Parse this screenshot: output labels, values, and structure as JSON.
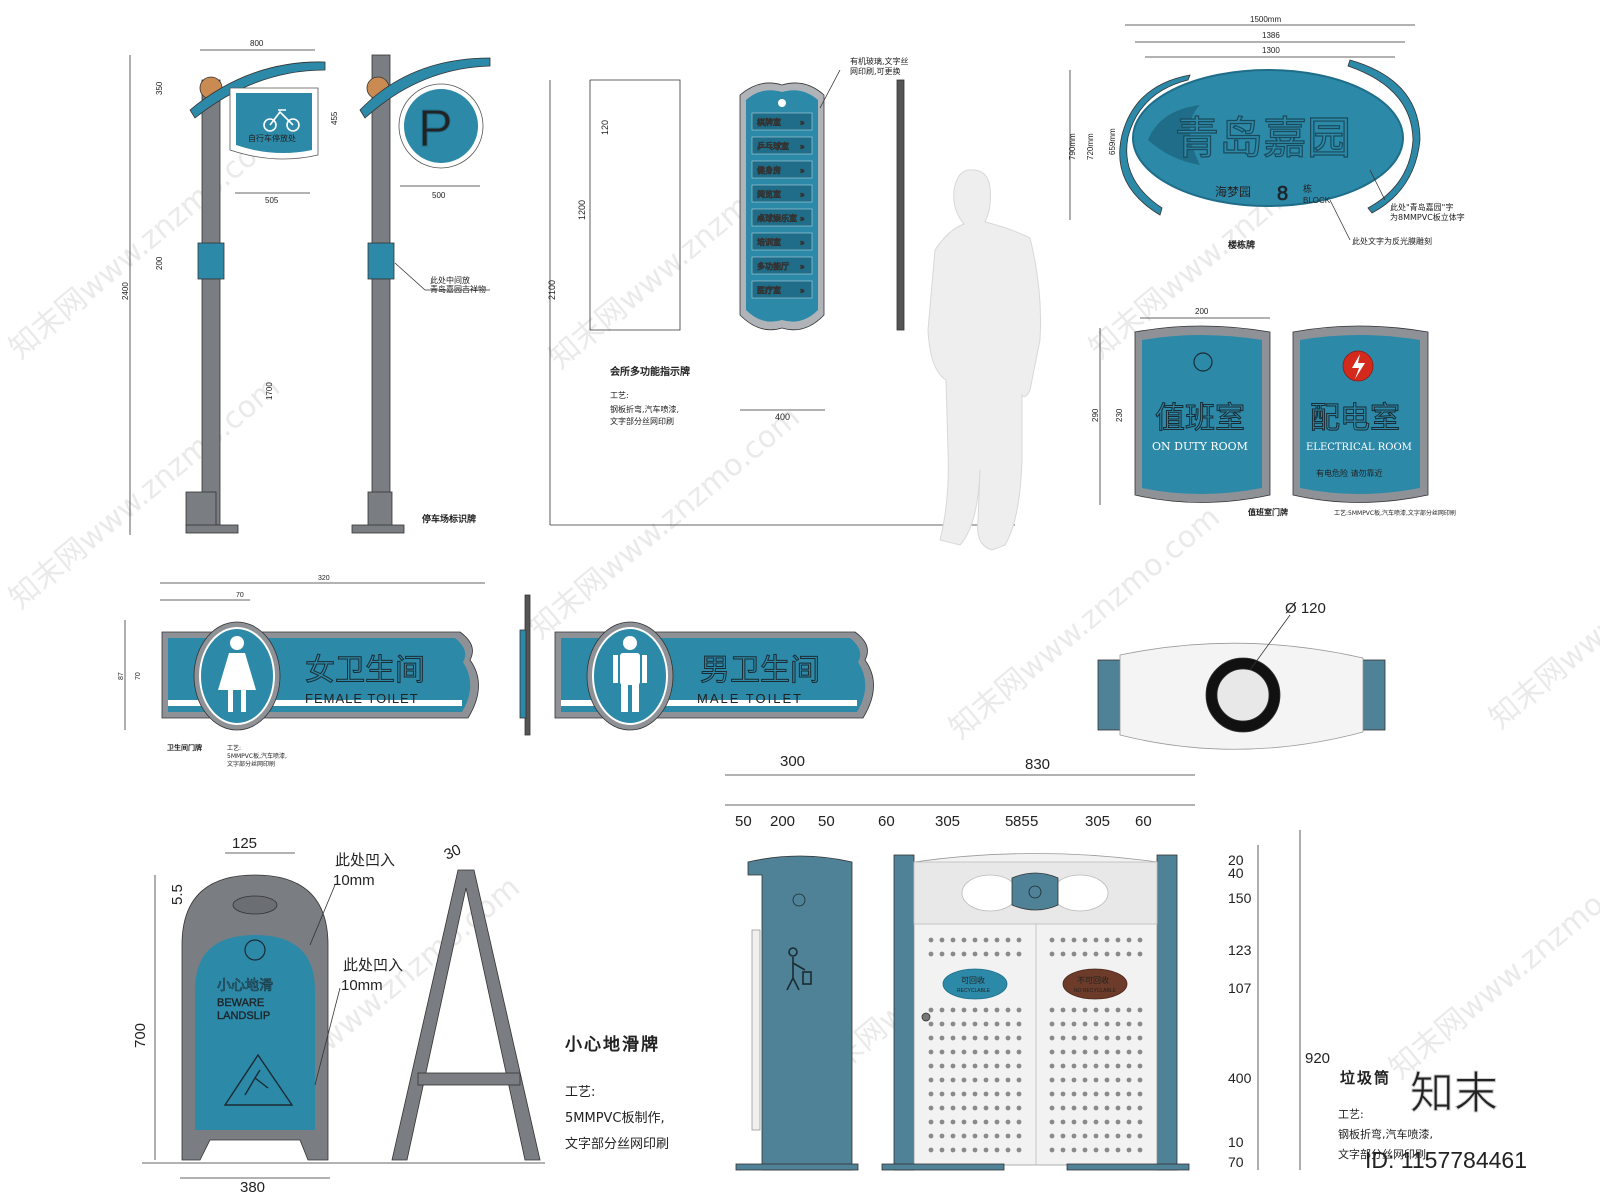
{
  "colors": {
    "teal": "#2d89a8",
    "tealDark": "#1f6d89",
    "grey": "#6f7378",
    "frame": "#a9adb1",
    "red": "#d42a1d",
    "brown": "#6d3b2a"
  },
  "parking": {
    "dims": {
      "top": "800",
      "h350": "350",
      "h455": "455",
      "w505": "505",
      "w500": "500",
      "h200": "200",
      "h2400": "2400",
      "h1700": "1700"
    },
    "bike_title": "自行车停放处",
    "note1": "此处中间放",
    "note2": "青岛嘉园吉祥物",
    "caption": "停车场标识牌",
    "p_letter": "P"
  },
  "directory": {
    "note1": "有机玻璃,文字丝",
    "note2": "网印刷,可更换",
    "dims": {
      "h120": "120",
      "h1200": "1200",
      "h2100": "2100",
      "w400": "400"
    },
    "items": [
      "棋牌室",
      "乒乓球室",
      "健身房",
      "阅览室",
      "桌球娱乐室",
      "培训室",
      "多功能厅",
      "医疗室"
    ],
    "caption": "会所多功能指示牌",
    "craft_label": "工艺:",
    "craft1": "钢板折弯,汽车喷漆,",
    "craft2": "文字部分丝网印刷"
  },
  "building": {
    "dims": {
      "w1500": "1500mm",
      "w1386": "1386",
      "w1300": "1300",
      "h790": "790mm",
      "h720": "720mm",
      "h659": "659mm"
    },
    "title": "青岛嘉园",
    "sub": "海梦园",
    "num": "8",
    "block_cn": "栋",
    "block_en": "BLOCK",
    "note1": "此处\"青岛嘉园\"字",
    "note2": "为8MMPVC板立体字",
    "note3": "此处文字为反光膜雕刻",
    "caption": "楼栋牌"
  },
  "rooms": {
    "dims": {
      "w200": "200",
      "h290": "290",
      "h230": "230"
    },
    "duty_cn": "值班室",
    "duty_en": "ON DUTY ROOM",
    "elec_cn": "配电室",
    "elec_en": "ELECTRICAL ROOM",
    "elec_warn": "有电危险 请勿靠近",
    "caption": "值班室门牌",
    "craft": "工艺:5MMPVC板,汽车喷漆,文字部分丝网印刷"
  },
  "toilet": {
    "dims": {
      "w320": "320",
      "w70": "70",
      "h87": "87",
      "h70": "70"
    },
    "female_cn": "女卫生间",
    "female_en": "FEMALE TOILET",
    "male_cn": "男卫生间",
    "male_en": "MALE TOILET",
    "caption": "卫生间门牌",
    "craft1": "工艺:",
    "craft2": "5MMPVC板,汽车喷漆,",
    "craft3": "文字部分丝网印刷"
  },
  "topview": {
    "dia": "Ø 120"
  },
  "slippery": {
    "dims": {
      "w125": "125",
      "h5_5": "5.5",
      "h700": "700",
      "w380": "380",
      "w30": "30"
    },
    "note1a": "此处凹入",
    "note1b": "10mm",
    "note2a": "此处凹入",
    "note2b": "10mm",
    "sign_cn": "小心地滑",
    "sign_en1": "BEWARE",
    "sign_en2": "LANDSLIP",
    "caption": "小心地滑牌",
    "craft_label": "工艺:",
    "craft1": "5MMPVC板制作,",
    "craft2": "文字部分丝网印刷"
  },
  "bin": {
    "dims_top": {
      "a": "300",
      "b": "830"
    },
    "dims_row": [
      "50",
      "200",
      "50",
      "60",
      "305",
      "5",
      "85",
      "5",
      "305",
      "60"
    ],
    "dims_right": [
      "20",
      "40",
      "150",
      "123",
      "107",
      "400",
      "10",
      "70"
    ],
    "total": "920",
    "recyclable_cn": "可回收",
    "recyclable_en": "RECYCLABLE",
    "nonrecyclable_cn": "不可回收",
    "nonrecyclable_en": "NO RECYCLABLE",
    "caption": "垃圾筒",
    "craft_label": "工艺:",
    "craft1": "钢板折弯,汽车喷漆,",
    "craft2": "文字部分丝网印刷"
  },
  "branding": {
    "logo": "知末",
    "id": "ID: 1157784461",
    "watermark": "知末网www.znzmo.com"
  }
}
